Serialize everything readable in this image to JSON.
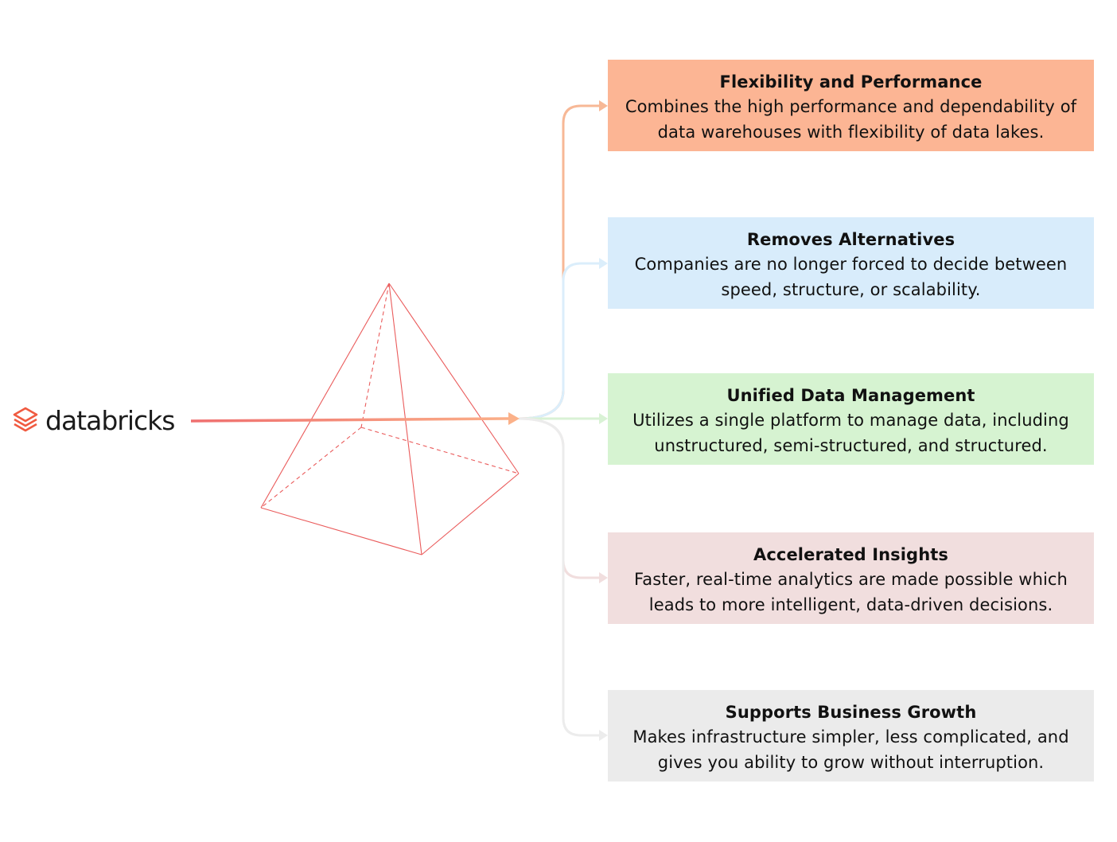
{
  "brand": {
    "name": "databricks",
    "logo_icon": "databricks-layers-icon",
    "logo_color": "#f05a40"
  },
  "colors": {
    "pyramid_stroke": "#ea5c5c",
    "main_arrow_start": "#ef6f6f",
    "main_arrow_end": "#fbb189"
  },
  "cards": [
    {
      "title": "Flexibility and Performance",
      "description": "Combines the high performance and dependability of data warehouses with flexibility of data lakes.",
      "background": "#fcb594",
      "connector_color": "#f7b896"
    },
    {
      "title": "Removes Alternatives",
      "description": "Companies are no longer forced to decide between speed, structure, or scalability.",
      "background": "#d8ecfb",
      "connector_color": "#dbeefb"
    },
    {
      "title": "Unified Data Management",
      "description": "Utilizes a single platform to manage data, including unstructured, semi-structured, and structured.",
      "background": "#d6f3d1",
      "connector_color": "#d9f2d5"
    },
    {
      "title": "Accelerated Insights",
      "description": "Faster, real-time analytics are made possible which leads to more intelligent, data-driven decisions.",
      "background": "#f1dede",
      "connector_color": "#f1dede"
    },
    {
      "title": "Supports Business Growth",
      "description": "Makes infrastructure simpler, less complicated, and gives you ability to grow without interruption.",
      "background": "#ebebeb",
      "connector_color": "#ececec"
    }
  ]
}
